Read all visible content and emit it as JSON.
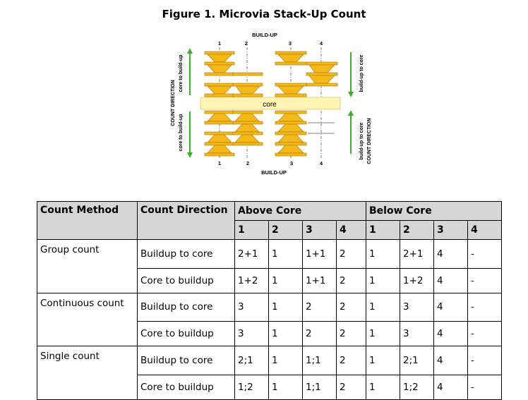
{
  "figure": {
    "title": "Figure 1. Microvia Stack-Up Count",
    "diagram": {
      "top_label": "BUILD-UP",
      "bottom_label": "BUILD-UP",
      "core_label": "core",
      "column_numbers_top": [
        "1",
        "2",
        "3",
        "4"
      ],
      "column_numbers_bottom": [
        "1",
        "2",
        "3",
        "4"
      ],
      "left_count_direction": "COUNT DIRECTION",
      "left_upper_direction": "core to build-up",
      "left_lower_direction": "core to build-up",
      "right_count_direction": "COUNT DIRECTION",
      "right_upper_direction": "build-up to core",
      "right_lower_direction": "build-up to core",
      "colors": {
        "via": "#f5b81b",
        "via_outline": "#a67400",
        "core": "#fdf4b4",
        "arrow": "#3dae2b"
      }
    }
  },
  "table": {
    "headers": {
      "method": "Count Method",
      "direction": "Count Direction",
      "above": "Above Core",
      "below": "Below Core",
      "above_cols": [
        "1",
        "2",
        "3",
        "4"
      ],
      "below_cols": [
        "1",
        "2",
        "3",
        "4"
      ]
    },
    "groups": [
      {
        "method": "Group count",
        "rows": [
          {
            "direction": "Buildup to core",
            "above": [
              "2+1",
              "1",
              "1+1",
              "2"
            ],
            "below": [
              "1",
              "2+1",
              "4",
              "-"
            ]
          },
          {
            "direction": "Core to buildup",
            "above": [
              "1+2",
              "1",
              "1+1",
              "2"
            ],
            "below": [
              "1",
              "1+2",
              "4",
              "-"
            ]
          }
        ]
      },
      {
        "method": "Continuous count",
        "rows": [
          {
            "direction": "Buildup to core",
            "above": [
              "3",
              "1",
              "2",
              "2"
            ],
            "below": [
              "1",
              "3",
              "4",
              "-"
            ]
          },
          {
            "direction": "Core to buildup",
            "above": [
              "3",
              "1",
              "2",
              "2"
            ],
            "below": [
              "1",
              "3",
              "4",
              "-"
            ]
          }
        ]
      },
      {
        "method": "Single count",
        "rows": [
          {
            "direction": "Buildup to core",
            "above": [
              "2;1",
              "1",
              "1;1",
              "2"
            ],
            "below": [
              "1",
              "2;1",
              "4",
              "-"
            ]
          },
          {
            "direction": "Core to buildup",
            "above": [
              "1;2",
              "1",
              "1;1",
              "2"
            ],
            "below": [
              "1",
              "1;2",
              "4",
              "-"
            ]
          }
        ]
      }
    ]
  }
}
